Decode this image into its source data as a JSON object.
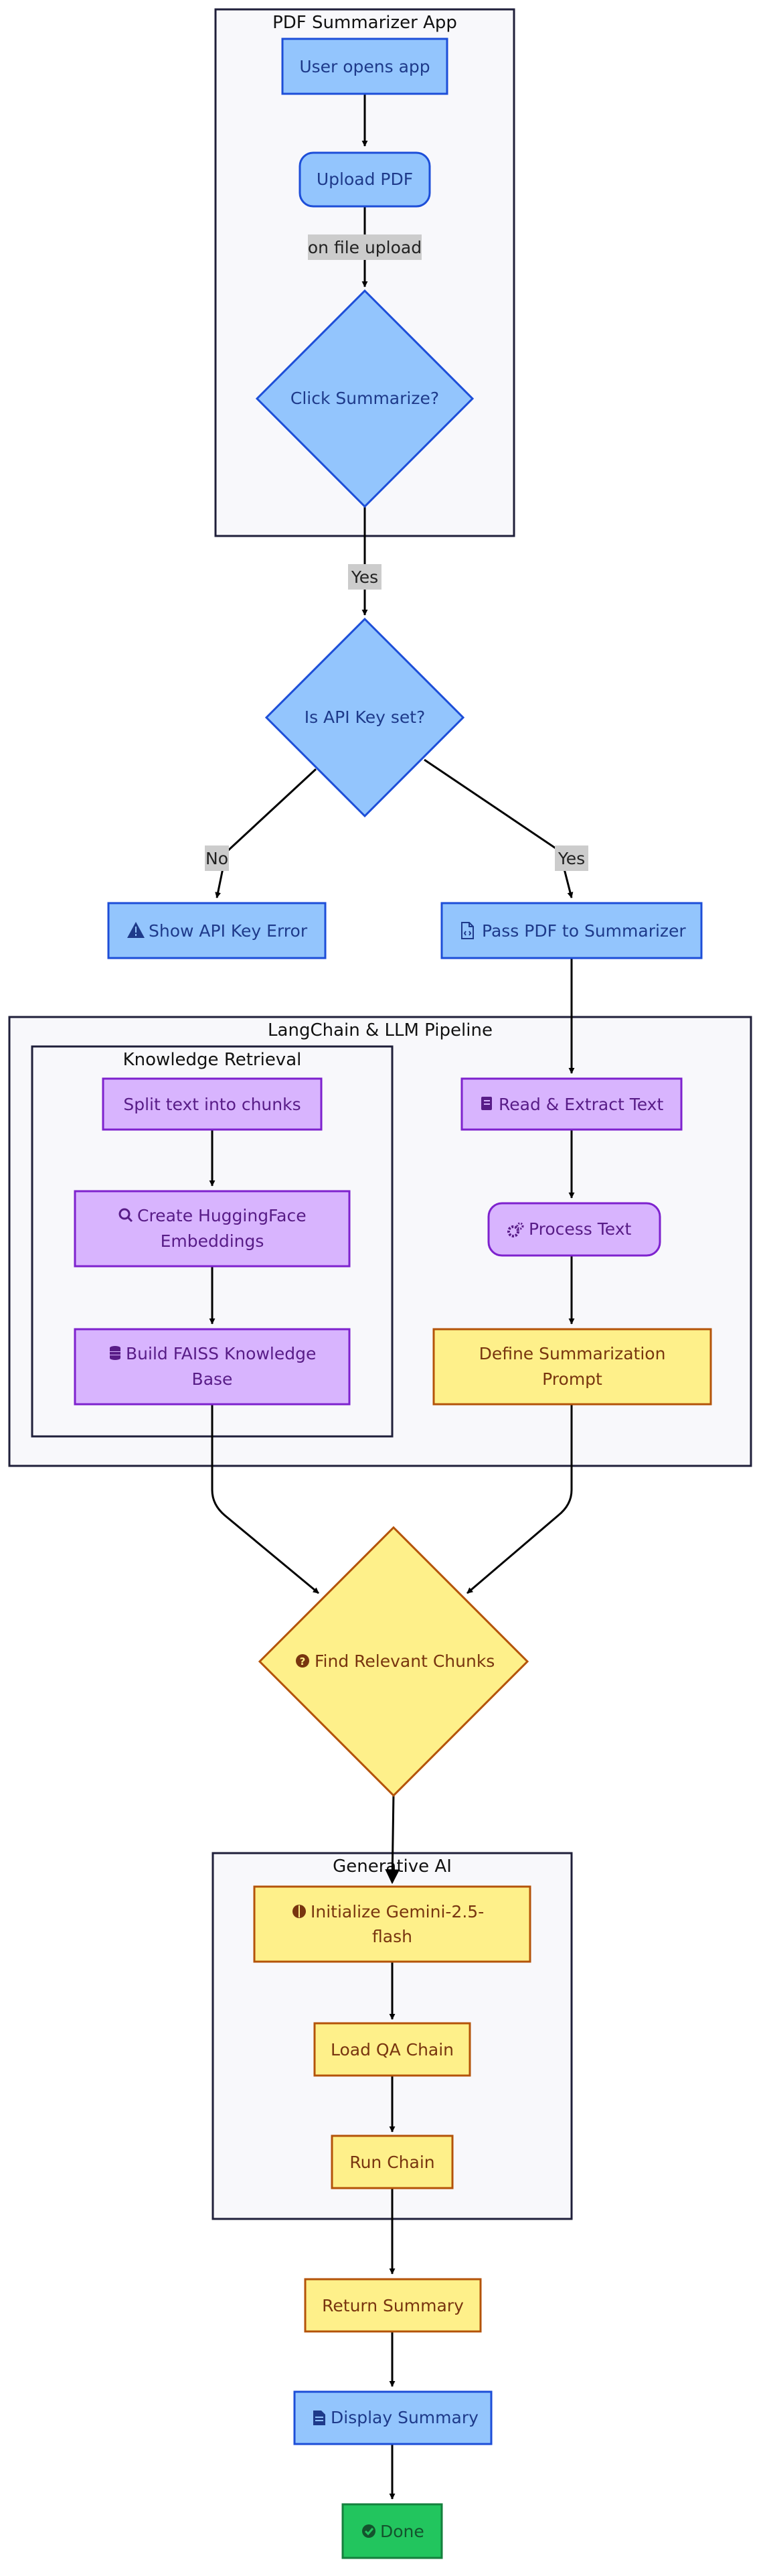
{
  "colors": {
    "blue_fill": "#93c5fd",
    "blue_stroke": "#1d4ed8",
    "blue_text": "#1e3a8a",
    "purple_fill": "#d8b4fe",
    "purple_stroke": "#7e22ce",
    "purple_text": "#581c87",
    "yellow_fill": "#fef08a",
    "yellow_stroke": "#b45309",
    "yellow_text": "#78350f",
    "green_fill": "#22c55e",
    "green_stroke": "#15803d",
    "green_text": "#14532d",
    "cluster_fill": "#f8f8fb",
    "cluster_stroke": "#1f1f3a",
    "label_bg": "#cccccc"
  },
  "clusters": {
    "pdf_app": "PDF Summarizer App",
    "pipeline": "LangChain & LLM Pipeline",
    "knowledge": "Knowledge Retrieval",
    "genai": "Generative AI"
  },
  "nodes": {
    "user_opens": {
      "label": "User opens app"
    },
    "upload_pdf": {
      "label": "Upload PDF"
    },
    "click_summarize": {
      "label": "Click Summarize?"
    },
    "api_key_check": {
      "label": "Is API Key set?"
    },
    "api_key_error": {
      "label": "Show API Key Error",
      "icon": "warning-icon"
    },
    "pass_pdf": {
      "label": "Pass PDF to Summarizer",
      "icon": "file-code-icon"
    },
    "read_extract": {
      "label": "Read & Extract Text",
      "icon": "book-icon"
    },
    "process_text": {
      "label": "Process Text",
      "icon": "cogs-icon"
    },
    "define_prompt": {
      "line1": "Define Summarization",
      "line2": "Prompt"
    },
    "split_text": {
      "label": "Split text into chunks"
    },
    "create_embeddings": {
      "line1": "Create HuggingFace",
      "line2": "Embeddings",
      "icon": "search-icon"
    },
    "build_faiss": {
      "line1": "Build FAISS Knowledge",
      "line2": "Base",
      "icon": "database-icon"
    },
    "find_chunks": {
      "label": "Find Relevant Chunks",
      "icon": "question-circle-icon"
    },
    "init_gemini": {
      "line1": "Initialize Gemini-2.5-",
      "line2": "flash",
      "icon": "brain-icon"
    },
    "load_qa": {
      "label": "Load QA Chain"
    },
    "run_chain": {
      "label": "Run Chain"
    },
    "return_summary": {
      "label": "Return Summary"
    },
    "display_summary": {
      "label": "Display Summary",
      "icon": "file-icon"
    },
    "done": {
      "label": "Done",
      "icon": "check-circle-icon"
    }
  },
  "edge_labels": {
    "on_file_upload": "on file upload",
    "yes_1": "Yes",
    "no": "No",
    "yes_2": "Yes"
  }
}
